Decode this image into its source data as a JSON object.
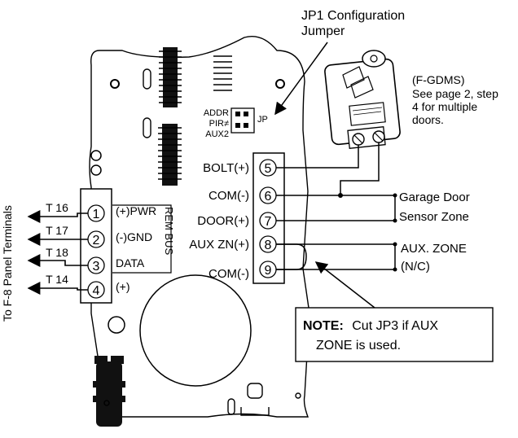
{
  "header": {
    "jp1_line1": "JP1 Configuration",
    "jp1_line2": "Jumper"
  },
  "jumper_block": {
    "addr": "ADDR",
    "pir": "PIR≠",
    "aux2": "AUX2",
    "jp": "JP"
  },
  "left_side": {
    "vertical_label": "To F-8 Panel Terminals",
    "wires": [
      "T 16",
      "T 17",
      "T 18",
      "T 14"
    ]
  },
  "left_terminals": [
    {
      "number": "1",
      "label": "(+)PWR"
    },
    {
      "number": "2",
      "label": "(-)GND"
    },
    {
      "number": "3",
      "label": "DATA"
    },
    {
      "number": "4",
      "label": "(+)"
    }
  ],
  "rem_bus_label": "REM BUS",
  "right_terminals": [
    {
      "number": "5",
      "label": "BOLT(+)"
    },
    {
      "number": "6",
      "label": "COM(-)"
    },
    {
      "number": "7",
      "label": "DOOR(+)"
    },
    {
      "number": "8",
      "label": "AUX ZN(+)"
    },
    {
      "number": "9",
      "label": "COM(-)"
    }
  ],
  "sensor": {
    "title": "(F-GDMS)",
    "desc_line1": "See page 2, step",
    "desc_line2": "4 for multiple",
    "desc_line3": "doors."
  },
  "garage_zone": {
    "line1": "Garage Door",
    "line2": "Sensor Zone"
  },
  "aux_zone": {
    "line1": "AUX. ZONE",
    "line2": "(N/C)"
  },
  "note": {
    "bold": "NOTE:",
    "line1": "Cut JP3 if AUX",
    "line2": "ZONE is used."
  }
}
